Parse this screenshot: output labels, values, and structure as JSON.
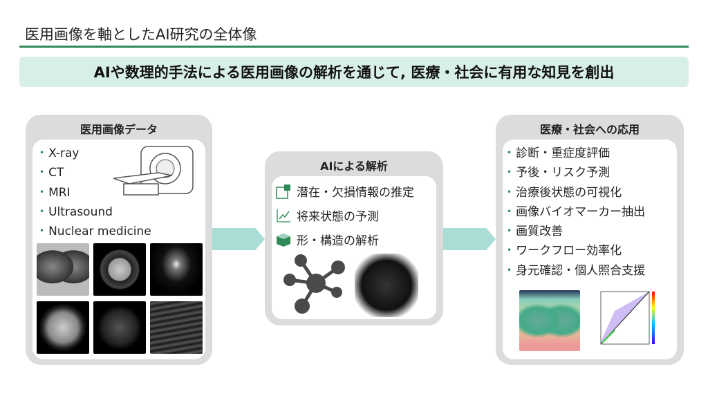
{
  "title": "医用画像を軸としたAI研究の全体像",
  "banner": "AIや数理的手法による医用画像の解析を通じて, 医療・社会に有用な知見を創出",
  "left": {
    "heading": "医用画像データ",
    "items": [
      "X-ray",
      "CT",
      "MRI",
      "Ultrasound",
      "Nuclear medicine"
    ]
  },
  "middle": {
    "heading": "AIによる解析",
    "items": [
      {
        "label": "潜在・欠損情報の推定",
        "icon": "puzzle-icon"
      },
      {
        "label": "将来状態の予測",
        "icon": "trend-chart-icon"
      },
      {
        "label": "形・構造の解析",
        "icon": "cube-icon"
      }
    ]
  },
  "right": {
    "heading": "医療・社会への応用",
    "items": [
      "診断・重症度評価",
      "予後・リスク予測",
      "治療後状態の可視化",
      "画像バイオマーカー抽出",
      "画質改善",
      "ワークフロー効率化",
      "身元確認・個人照合支援"
    ]
  },
  "colors": {
    "accent": "#2e8b57",
    "banner": "#d7eee9",
    "arrow": "#a9ddd5",
    "panel": "#dcdcdc"
  }
}
